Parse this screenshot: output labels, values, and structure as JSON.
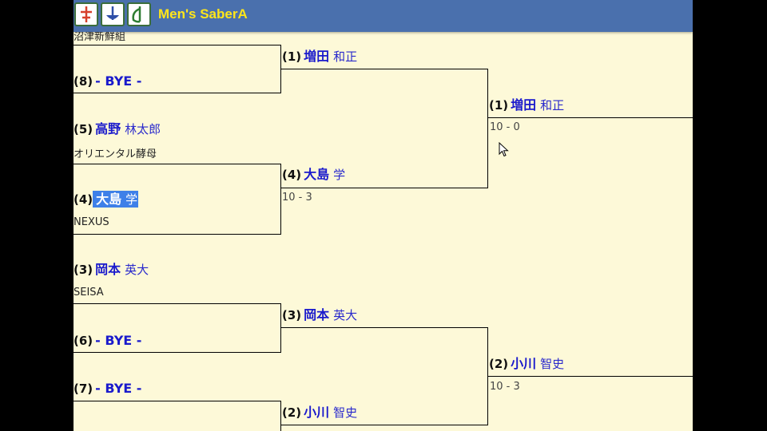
{
  "header": {
    "title": "Men's SaberA",
    "logos": [
      {
        "name": "foil-logo",
        "glyph": "foil",
        "color": "#D6402C"
      },
      {
        "name": "epee-logo",
        "glyph": "epee",
        "color": "#2E4FA8"
      },
      {
        "name": "sabre-logo",
        "glyph": "sabre",
        "color": "#2E7D32"
      }
    ]
  },
  "cut_team": "沼津新鮮組",
  "round1": [
    {
      "seed": "(8)",
      "bye": "- BYE -"
    },
    {
      "seed": "(5)",
      "last": "高野",
      "first": "林太郎",
      "team": "オリエンタル酵母"
    },
    {
      "seed": "(4)",
      "last": "大島",
      "first": "学",
      "team": "NEXUS"
    },
    {
      "seed": "(3)",
      "last": "岡本",
      "first": "英大",
      "team": "SEISA"
    },
    {
      "seed": "(6)",
      "bye": "- BYE -"
    },
    {
      "seed": "(7)",
      "bye": "- BYE -"
    }
  ],
  "round2": [
    {
      "seed": "(1)",
      "last": "増田",
      "first": "和正"
    },
    {
      "seed": "(4)",
      "last": "大島",
      "first": "学",
      "score": "10 - 3"
    },
    {
      "seed": "(3)",
      "last": "岡本",
      "first": "英大"
    },
    {
      "seed": "(2)",
      "last": "小川",
      "first": "智史"
    }
  ],
  "round3": [
    {
      "seed": "(1)",
      "last": "増田",
      "first": "和正",
      "score": "10 - 0"
    },
    {
      "seed": "(2)",
      "last": "小川",
      "first": "智史",
      "score": "10 - 3"
    }
  ]
}
